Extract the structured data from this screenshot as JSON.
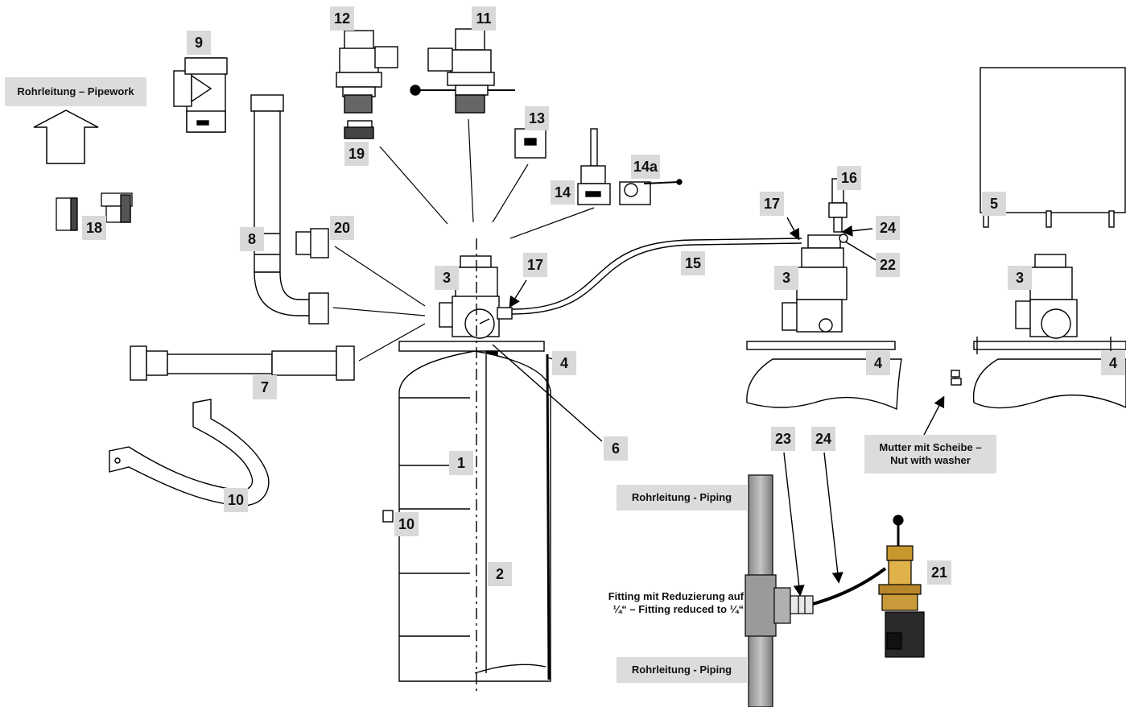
{
  "captions": {
    "pipework": "Rohrleitung – Pipework",
    "piping_top": "Rohrleitung - Piping",
    "piping_bottom": "Rohrleitung - Piping",
    "nut_washer": "Mutter mit Scheibe –\nNut with washer",
    "fitting": "Fitting mit Reduzierung auf\n¼“ – Fitting reduced to ¼“"
  },
  "labels": {
    "n1": "1",
    "n2": "2",
    "n3a": "3",
    "n3b": "3",
    "n3c": "3",
    "n4a": "4",
    "n4b": "4",
    "n4c": "4",
    "n5": "5",
    "n6": "6",
    "n7": "7",
    "n8": "8",
    "n9": "9",
    "n10a": "10",
    "n10b": "10",
    "n11": "11",
    "n12": "12",
    "n13": "13",
    "n14": "14",
    "n14a": "14a",
    "n15": "15",
    "n16": "16",
    "n17a": "17",
    "n17b": "17",
    "n18": "18",
    "n19": "19",
    "n20": "20",
    "n21": "21",
    "n22": "22",
    "n23": "23",
    "n24a": "24",
    "n24b": "24"
  }
}
